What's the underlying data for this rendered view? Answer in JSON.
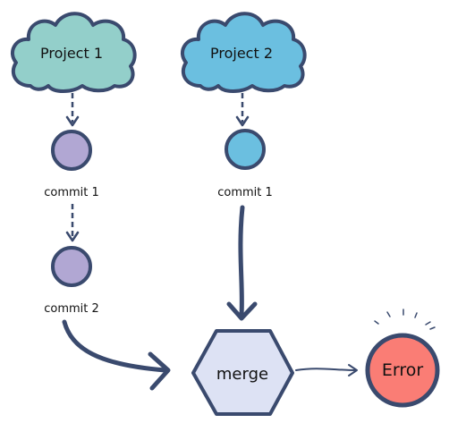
{
  "colors": {
    "stroke": "#3a4a6e",
    "project1_fill": "#93cfca",
    "project2_fill": "#6bbfe0",
    "commit_p1_fill": "#b1a7d3",
    "commit_p2_fill": "#6bbfe0",
    "merge_fill": "#dde2f4",
    "error_fill": "#fa7d75",
    "text": "#111111"
  },
  "nodes": {
    "project1": {
      "label": "Project 1",
      "shape": "cloud"
    },
    "project2": {
      "label": "Project 2",
      "shape": "cloud"
    },
    "p1_commit1": {
      "label": "commit 1",
      "shape": "circle"
    },
    "p1_commit2": {
      "label": "commit 2",
      "shape": "circle"
    },
    "p2_commit1": {
      "label": "commit 1",
      "shape": "circle"
    },
    "merge": {
      "label": "merge",
      "shape": "hexagon"
    },
    "error": {
      "label": "Error",
      "shape": "circle"
    }
  },
  "edges": [
    {
      "from": "project1",
      "to": "p1_commit1",
      "style": "dashed"
    },
    {
      "from": "p1_commit1",
      "to": "p1_commit2",
      "style": "dashed"
    },
    {
      "from": "project2",
      "to": "p2_commit1",
      "style": "dashed"
    },
    {
      "from": "p1_commit2",
      "to": "merge",
      "style": "solid"
    },
    {
      "from": "p2_commit1",
      "to": "merge",
      "style": "solid"
    },
    {
      "from": "merge",
      "to": "error",
      "style": "solid"
    }
  ]
}
